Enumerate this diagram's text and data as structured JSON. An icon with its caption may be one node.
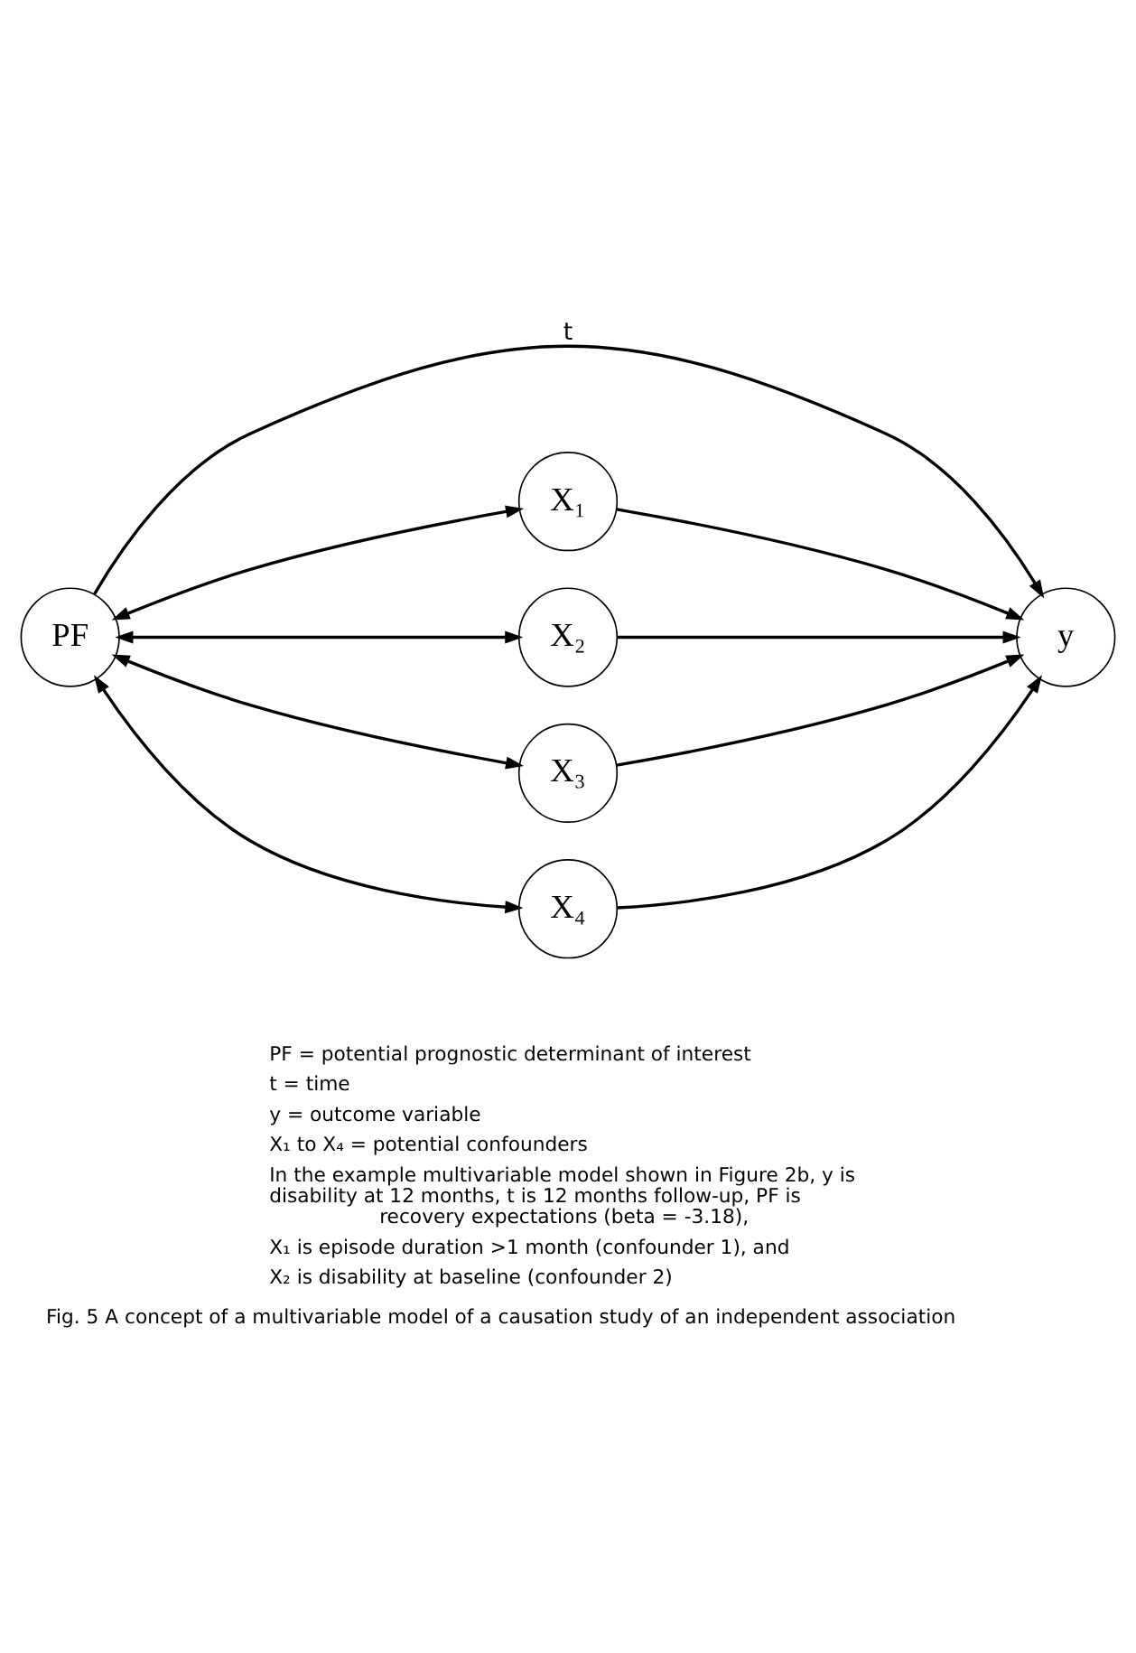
{
  "diagram": {
    "caption": "Fig. 5 A concept of a multivariable model of a causation study of an independent association",
    "nodes": [
      {
        "text": [
          "PF"
        ]
      },
      {
        "text": [
          "y"
        ]
      },
      {
        "text": [
          "X₁"
        ]
      },
      {
        "text": [
          "X₂"
        ]
      },
      {
        "text": [
          "X₃"
        ]
      },
      {
        "text": [
          "X₄"
        ]
      }
    ],
    "edges": [
      {
        "from": 0,
        "to": 1,
        "arrow": "to",
        "label": "t"
      },
      {
        "from": 0,
        "to": 2,
        "arrow": "both"
      },
      {
        "from": 0,
        "to": 3,
        "arrow": "both"
      },
      {
        "from": 0,
        "to": 4,
        "arrow": "both"
      },
      {
        "from": 0,
        "to": 5,
        "arrow": "both"
      },
      {
        "from": 2,
        "to": 1,
        "arrow": "to"
      },
      {
        "from": 3,
        "to": 1,
        "arrow": "to"
      },
      {
        "from": 4,
        "to": 1,
        "arrow": "to"
      },
      {
        "from": 5,
        "to": 1,
        "arrow": "to"
      }
    ],
    "labels": [
      "PF = potential prognostic determinant of interest",
      "t = time",
      "y = outcome variable",
      "X₁ to X₄ = potential confounders",
      "In the example multivariable model shown in Figure 2b, y is disability at 12 months, t is 12 months follow-up, PF is recovery expectations (beta = -3.18),",
      "X₁ is episode duration >1 month (confounder 1), and",
      "X₂ is disability at baseline (confounder 2)"
    ]
  }
}
